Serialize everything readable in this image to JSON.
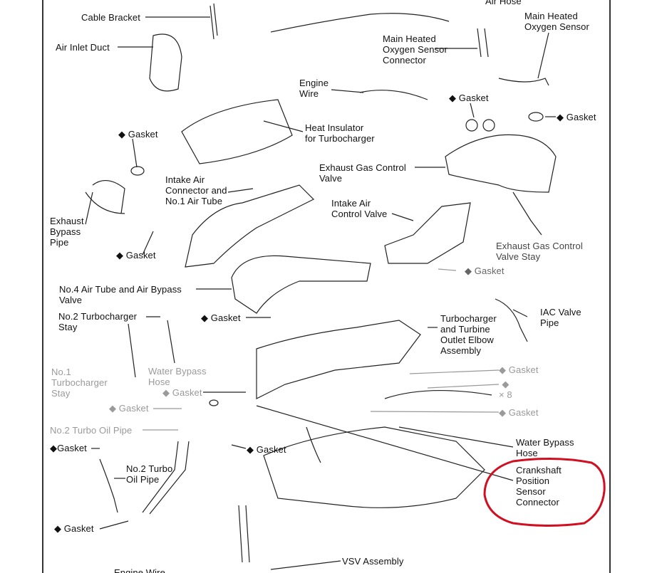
{
  "diagram": {
    "labels": {
      "air_hose": "Air Hose",
      "cable_bracket": "Cable Bracket",
      "air_inlet_duct": "Air Inlet Duct",
      "main_heated_oxygen_sensor": "Main Heated\nOxygen Sensor",
      "main_heated_oxygen_sensor_connector": "Main Heated\nOxygen Sensor\nConnector",
      "engine_wire_top": "Engine\nWire",
      "gasket_1": "◆ Gasket",
      "gasket_2": "◆ Gasket",
      "heat_insulator": "Heat Insulator\nfor Turbocharger",
      "gasket_3": "◆ Gasket",
      "exhaust_gas_control_valve": "Exhaust Gas Control\nValve",
      "intake_air_connector": "Intake Air\nConnector and\nNo.1 Air Tube",
      "exhaust_bypass_pipe": "Exhaust\nBypass\nPipe",
      "intake_air_control_valve": "Intake Air\nControl Valve",
      "gasket_4": "◆ Gasket",
      "exhaust_gas_control_valve_stay": "Exhaust Gas Control\nValve Stay",
      "gasket_5": "◆ Gasket",
      "no4_air_tube": "No.4 Air Tube and Air Bypass\nValve",
      "no2_turbocharger_stay": "No.2 Turbocharger\nStay",
      "gasket_6": "◆ Gasket",
      "iac_valve_pipe": "IAC Valve\nPipe",
      "turbocharger_assembly": "Turbocharger\nand Turbine\nOutlet Elbow\nAssembly",
      "no1_turbocharger_stay": "No.1\nTurbocharger\nStay",
      "water_bypass_hose_left": "Water Bypass\nHose",
      "gasket_7": "◆ Gasket",
      "gasket_8": "◆ Gasket",
      "x8": "◆\n× 8",
      "gasket_9": "◆ Gasket",
      "gasket_10": "◆ Gasket",
      "no2_turbo_oil_pipe_grey": "No.2 Turbo Oil Pipe",
      "gasket_11": "◆Gasket",
      "gasket_12": "◆ Gasket",
      "no2_turbo_oil_pipe": "No.2 Turbo\nOil Pipe",
      "water_bypass_hose_right": "Water Bypass\nHose",
      "crankshaft_position_sensor_connector": "Crankshaft\nPosition\nSensor\nConnector",
      "gasket_13": "◆ Gasket",
      "vsv_assembly": "VSV Assembly",
      "engine_wire_bottom": "Engine Wire"
    },
    "annotation": {
      "highlight_color": "#d01020",
      "shape": "hand-drawn ellipse around Crankshaft Position Sensor Connector label"
    }
  }
}
